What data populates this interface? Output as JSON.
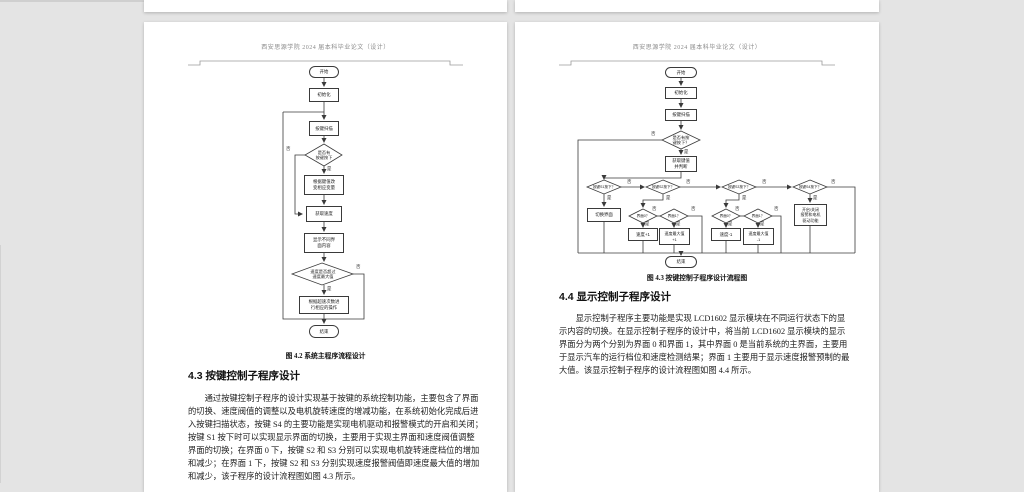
{
  "app": {
    "background_color": "#e4e4e4",
    "page_color": "#ffffff",
    "flow_line_color": "#3a3a3a"
  },
  "page_header": "西安思源学院 2024 届本科毕业论文（设计）",
  "flow_labels": {
    "yes": "是",
    "no": "否"
  },
  "page1": {
    "flowchart": {
      "start": "开始",
      "init": "初始化",
      "key_scan": "按键扫描",
      "d_key_pressed": "是否有\n按键按下",
      "set_variable": "根据键值改\n变相应变量",
      "get_speed": "获取速度",
      "display_ui": "显示不同界\n面内容",
      "d_overspeed": "速度是否超过\n速度最大值",
      "overspeed_action": "根据超速次数进\n行相应的操作",
      "end": "结束"
    },
    "caption": "图 4.2 系统主程序流程设计",
    "heading": "4.3 按键控制子程序设计",
    "paragraph_lines": [
      "　　通过按键控制子程序的设计实现基于按键的系统控制功能，主要包含了界面",
      "的切换、速度阀值的调整以及电机旋转速度的增减功能，在系统初始化完成后进",
      "入按键扫描状态，按键 S4 的主要功能是实现电机驱动和报警模式的开启和关闭；",
      "按键 S1 按下时可以实现显示界面的切换，主要用于实现主界面和速度阀值调整",
      "界面的切换；在界面 0 下，按键 S2 和 S3 分别可以实现电机旋转速度档位的增加",
      "和减少；在界面 1 下，按键 S2 和 S3 分别实现速度报警阀值即速度最大值的增加",
      "和减少，该子程序的设计流程图如图 4.3 所示。"
    ]
  },
  "page2": {
    "flowchart": {
      "start": "开始",
      "init": "初始化",
      "key_scan": "按键扫描",
      "d_key_pressed": "是否有按\n键按下？",
      "get_key_value": "获取键值\n并判断",
      "d_s1": "按键S1按下？",
      "d_s2": "按键S2按下？",
      "d_s3": "按键S3按下？",
      "d_s4": "按键S4按下？",
      "switch_ui": "切换界面",
      "d_ui0_a": "界面0？",
      "d_ui1_a": "界面1？",
      "d_ui0_b": "界面0？",
      "d_ui1_b": "界面1？",
      "speed_plus": "速度+1",
      "speed_max_plus": "速度最大值\n+1",
      "speed_minus": "速度-1",
      "speed_max_minus": "速度最大值\n-1",
      "s4_action": "开启/关闭\n报警和电机\n驱动功能",
      "end": "结束"
    },
    "caption": "图 4.3 按键控制子程序设计流程图",
    "heading": "4.4 显示控制子程序设计",
    "paragraph_lines": [
      "　　显示控制子程序主要功能是实现 LCD1602 显示模块在不同运行状态下的显",
      "示内容的切换。在显示控制子程序的设计中，将当前 LCD1602 显示模块的显示",
      "界面分为两个分别为界面 0 和界面 1，其中界面 0 是当前系统的主界面，主要用",
      "于显示汽车的运行档位和速度检测结果；界面 1 主要用于显示速度报警预制的最",
      "大值。该显示控制子程序的设计流程图如图 4.4 所示。"
    ]
  }
}
